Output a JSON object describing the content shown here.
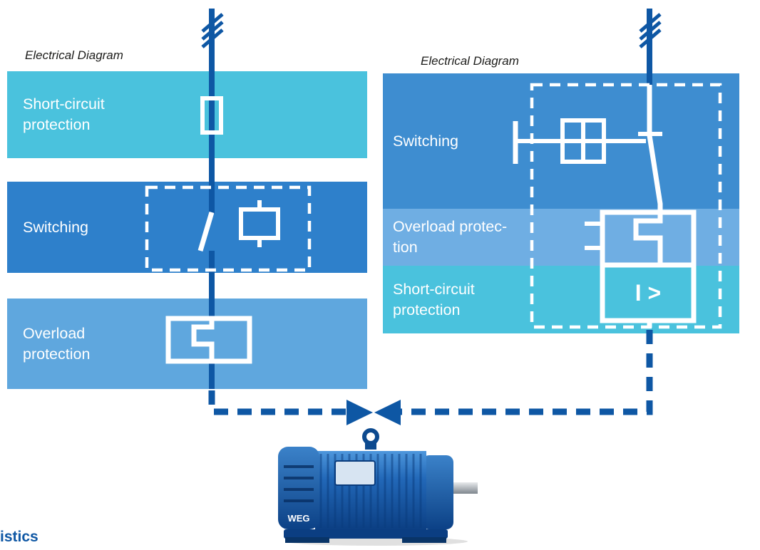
{
  "colors": {
    "line_blue": "#0e57a4",
    "cyan_band": "#4ac2dd",
    "left_switching_band": "#2e80cb",
    "left_overload_band": "#5fa7de",
    "right_switching_band": "#3e8dd0",
    "right_overload_band": "#6faee3",
    "symbol_white": "#ffffff",
    "motor_body_blue": "#2268b8"
  },
  "left_diagram": {
    "label": "Electrical Diagram",
    "bands": [
      {
        "label": "Short-circuit\nprotection"
      },
      {
        "label": "Switching"
      },
      {
        "label": "Overload\nprotection"
      }
    ]
  },
  "right_diagram": {
    "label": "Electrical Diagram",
    "breaker_trip_label": "I >",
    "bands": [
      {
        "label": "Switching"
      },
      {
        "label": "Overload protec-\ntion"
      },
      {
        "label": "Short-circuit\nprotection"
      }
    ]
  },
  "motor": {
    "logo": "WEG"
  },
  "footer": {
    "partial_heading": "istics"
  },
  "icons": {
    "supply": "three-phase-slash-icon",
    "junction": "bowtie-arrow-icon",
    "fuse": "fuse-rect-symbol",
    "contactor": "contactor-symbol",
    "overload": "overload-relay-symbol",
    "breaker": "motor-circuit-breaker-symbol"
  }
}
